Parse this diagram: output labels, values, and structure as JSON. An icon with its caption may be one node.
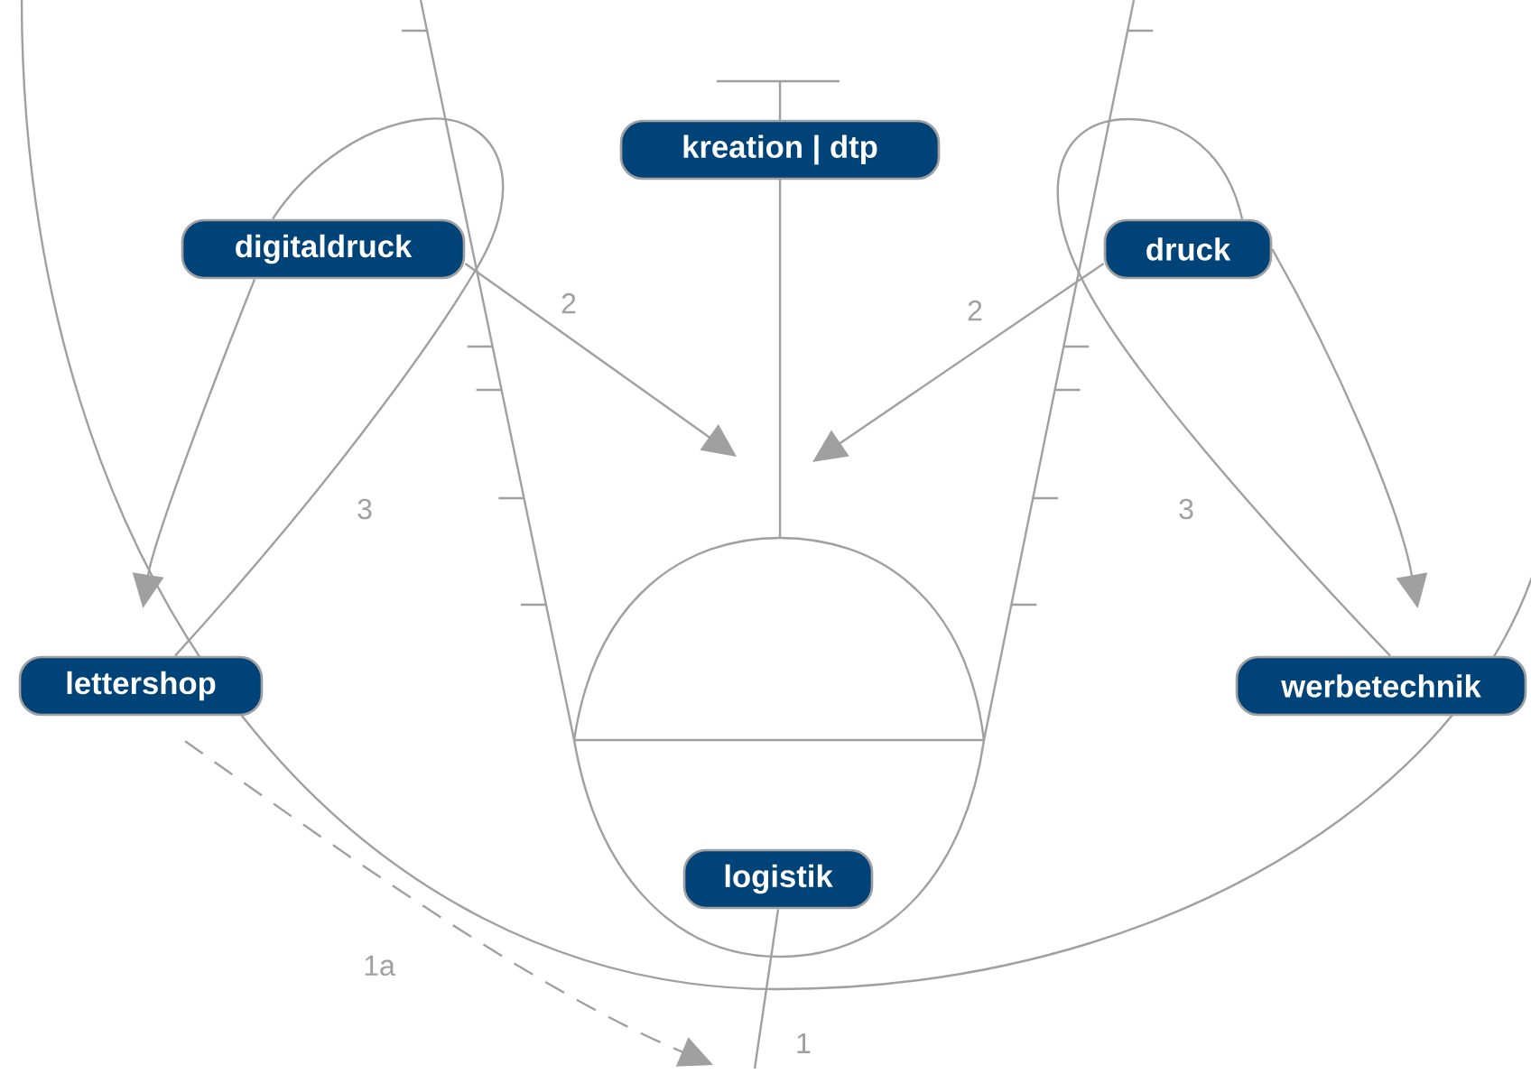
{
  "diagram": {
    "nodes": [
      {
        "text": [
          "kreation | dtp"
        ]
      },
      {
        "text": [
          "digitaldruck"
        ]
      },
      {
        "text": [
          "druck"
        ]
      },
      {
        "text": [
          "lettershop"
        ]
      },
      {
        "text": [
          "werbetechnik"
        ]
      },
      {
        "text": [
          "logistik"
        ]
      }
    ],
    "edges": [
      {
        "from": 1,
        "to": null,
        "arrow": "to",
        "label": "2"
      },
      {
        "from": 2,
        "to": null,
        "arrow": "to",
        "label": "2"
      },
      {
        "from": 3,
        "to": 1,
        "arrow": "none",
        "label": "3"
      },
      {
        "from": 1,
        "to": 3,
        "arrow": "to"
      },
      {
        "from": 4,
        "to": 2,
        "arrow": "none",
        "label": "3"
      },
      {
        "from": 2,
        "to": 4,
        "arrow": "to"
      },
      {
        "from": 3,
        "to": null,
        "arrow": "to",
        "label": "1a",
        "style": "dashed"
      },
      {
        "from": 5,
        "to": null,
        "arrow": "none",
        "label": "1"
      }
    ]
  }
}
